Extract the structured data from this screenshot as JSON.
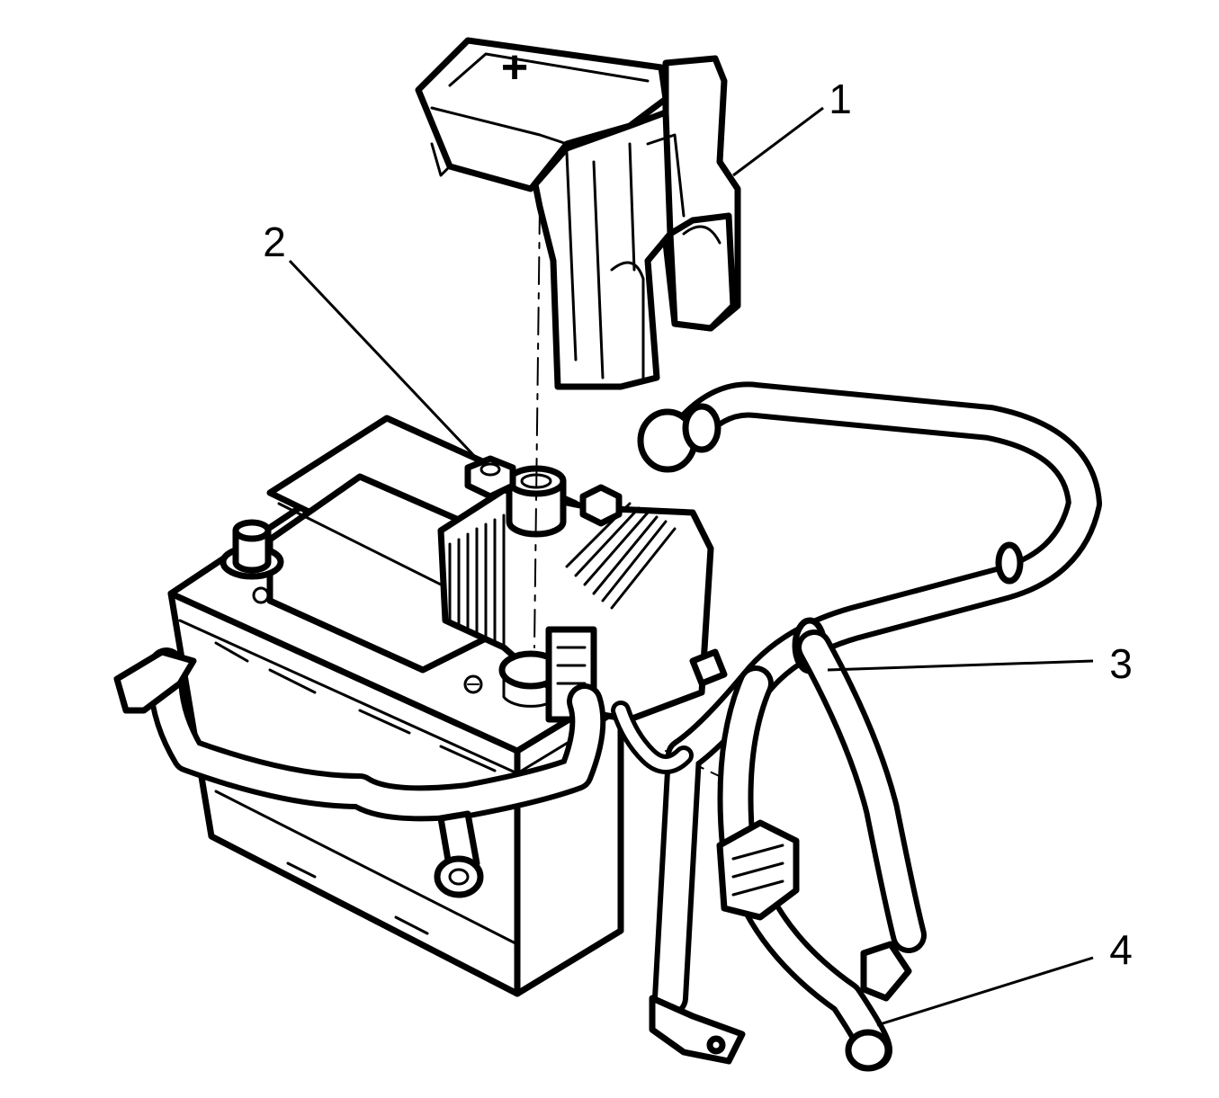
{
  "callouts": [
    {
      "id": 1,
      "label": "1"
    },
    {
      "id": 2,
      "label": "2"
    },
    {
      "id": 3,
      "label": "3"
    },
    {
      "id": 4,
      "label": "4"
    }
  ],
  "cover_symbol": "+",
  "colors": {
    "line": "#000000",
    "fill": "#ffffff"
  }
}
